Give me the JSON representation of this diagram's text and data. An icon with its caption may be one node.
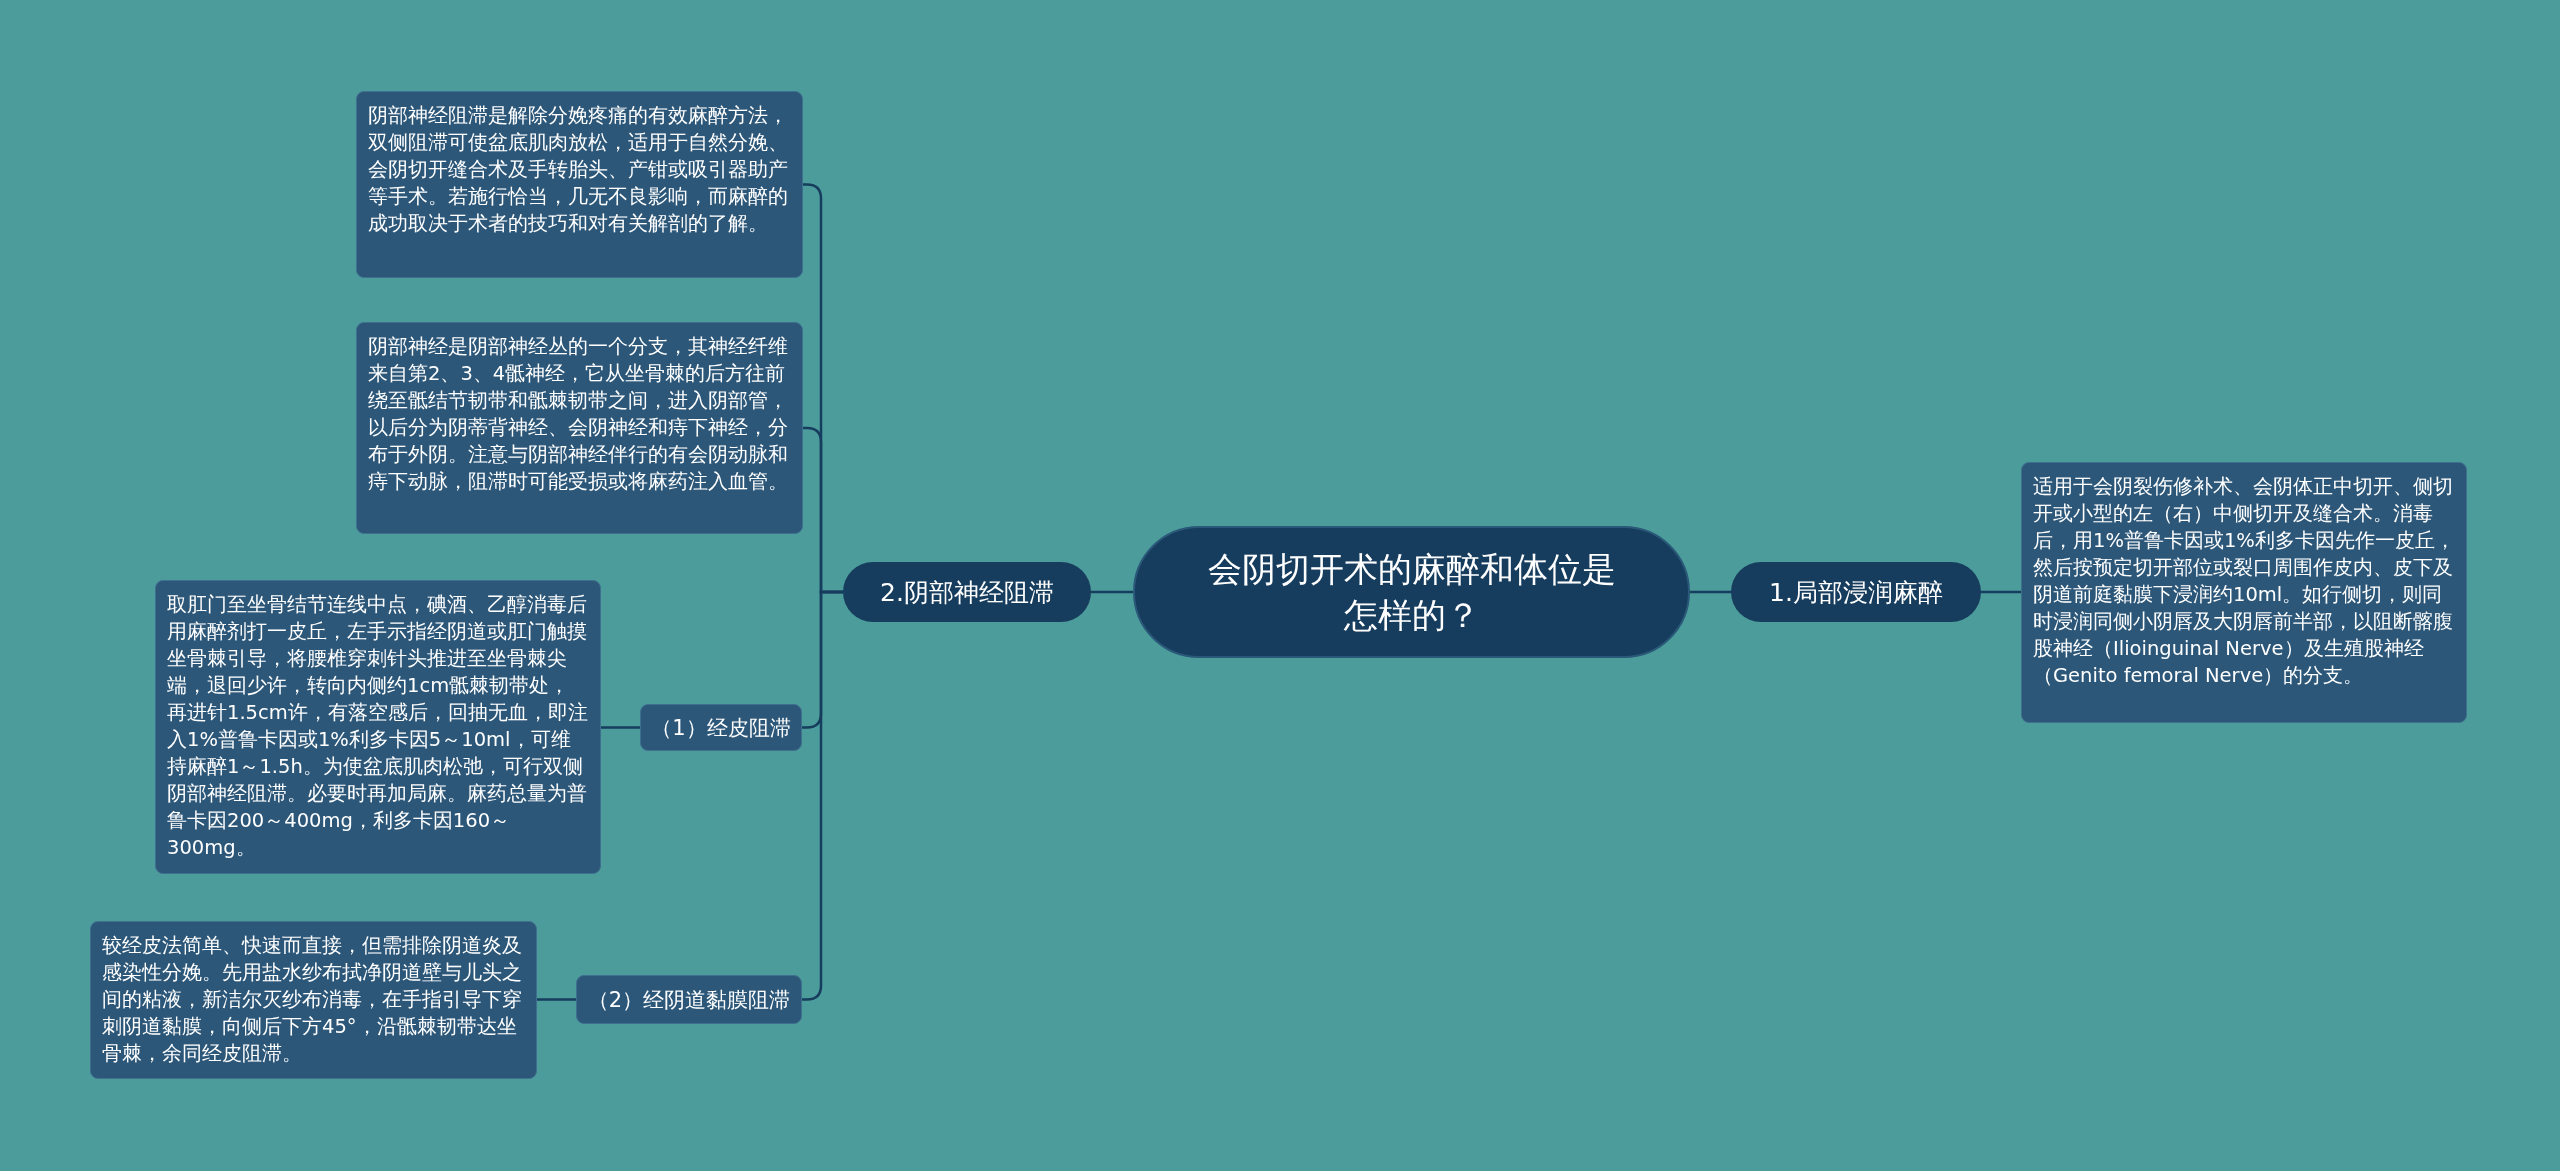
{
  "diagram": {
    "nodes": [
      {
        "text": [
          "会阴切开术的麻醉和体位是怎样的？"
        ]
      },
      {
        "text": [
          "2.阴部神经阻滞"
        ]
      },
      {
        "text": [
          "阴部神经阻滞是解除分娩疼痛的有效麻醉方法，双侧阻滞可使盆底肌肉放松，适用于自然分娩、会阴切开缝合术及手转胎头、产钳或吸引器助产等手术。若施行恰当，几无不良影响，而麻醉的成功取决于术者的技巧和对有关解剖的了解。"
        ]
      },
      {
        "text": [
          "阴部神经是阴部神经丛的一个分支，其神经纤维来自第2、3、4骶神经，它从坐骨棘的后方往前绕至骶结节韧带和骶棘韧带之间，进入阴部管，以后分为阴蒂背神经、会阴神经和痔下神经，分布于外阴。注意与阴部神经伴行的有会阴动脉和痔下动脉，阻滞时可能受损或将麻药注入血管。"
        ]
      },
      {
        "text": [
          "（1）经皮阻滞"
        ]
      },
      {
        "text": [
          "取肛门至坐骨结节连线中点，碘酒、乙醇消毒后用麻醉剂打一皮丘，左手示指经阴道或肛门触摸坐骨棘引导，将腰椎穿刺针头推进至坐骨棘尖端，退回少许，转向内侧约1cm骶棘韧带处，再进针1.5cm许，有落空感后，回抽无血，即注入1%普鲁卡因或1%利多卡因5～10ml，可维持麻醉1～1.5h。为使盆底肌肉松弛，可行双侧阴部神经阻滞。必要时再加局麻。麻药总量为普鲁卡因200～400mg，利多卡因160～300mg。"
        ]
      },
      {
        "text": [
          "（2）经阴道黏膜阻滞"
        ]
      },
      {
        "text": [
          "较经皮法简单、快速而直接，但需排除阴道炎及感染性分娩。先用盐水纱布拭净阴道壁与儿头之间的粘液，新洁尔灭纱布消毒，在手指引导下穿刺阴道黏膜，向侧后下方45°，沿骶棘韧带达坐骨棘，余同经皮阻滞。"
        ]
      },
      {
        "text": [
          "1.局部浸润麻醉"
        ]
      },
      {
        "text": [
          "适用于会阴裂伤修补术、会阴体正中切开、侧切开或小型的左（右）中侧切开及缝合术。消毒后，用1%普鲁卡因或1%利多卡因先作一皮丘，然后按预定切开部位或裂口周围作皮内、皮下及阴道前庭黏膜下浸润约10ml。如行侧切，则同时浸润同侧小阴唇及大阴唇前半部，以阻断髂腹股神经（Ilioinguinal Nerve）及生殖股神经（Genito femoral Nerve）的分支。"
        ]
      }
    ],
    "edges": [
      {
        "from": 0,
        "to": 1,
        "arrow": "none"
      },
      {
        "from": 1,
        "to": 2,
        "arrow": "none"
      },
      {
        "from": 1,
        "to": 3,
        "arrow": "none"
      },
      {
        "from": 1,
        "to": 4,
        "arrow": "none"
      },
      {
        "from": 4,
        "to": 5,
        "arrow": "none"
      },
      {
        "from": 1,
        "to": 6,
        "arrow": "none"
      },
      {
        "from": 6,
        "to": 7,
        "arrow": "none"
      },
      {
        "from": 0,
        "to": 8,
        "arrow": "none"
      },
      {
        "from": 8,
        "to": 9,
        "arrow": "none"
      }
    ]
  }
}
